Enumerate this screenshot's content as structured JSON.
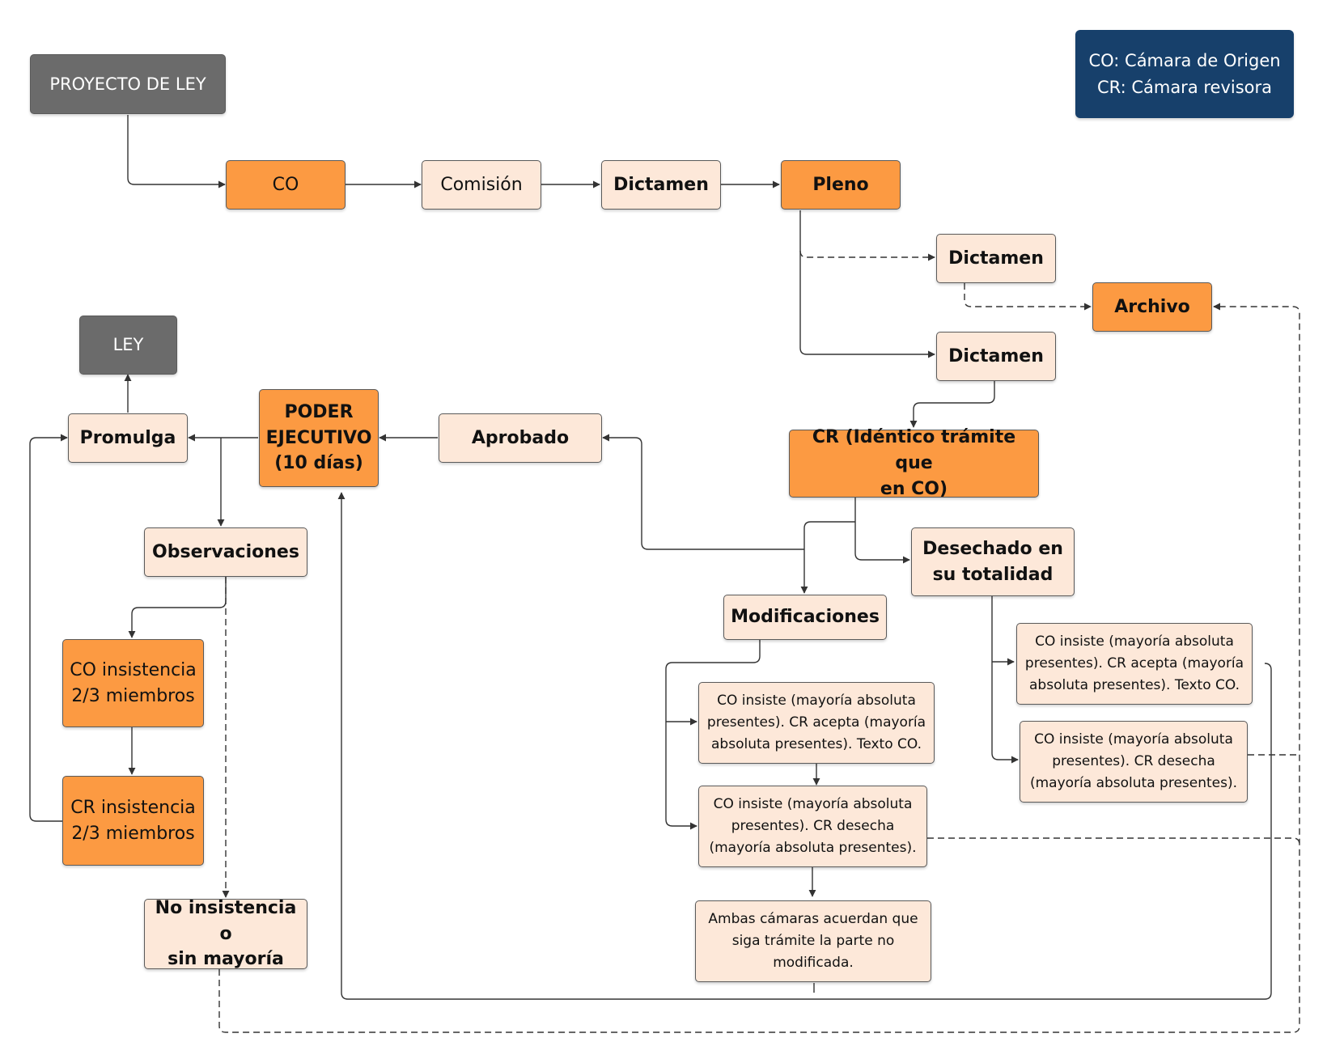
{
  "legend": {
    "line1": "CO: Cámara de Origen",
    "line2": "CR: Cámara revisora"
  },
  "nodes": {
    "proyecto": "PROYECTO DE LEY",
    "co": "CO",
    "comision": "Comisión",
    "dictamen_1": "Dictamen",
    "pleno": "Pleno",
    "dictamen_rechazo": "Dictamen",
    "archivo": "Archivo",
    "dictamen_aprobado": "Dictamen",
    "ley": "LEY",
    "promulga": "Promulga",
    "poder_ejecutivo": "PODER\nEJECUTIVO\n(10 días)",
    "aprobado": "Aprobado",
    "cr": "CR (Idéntico trámite que\nen CO)",
    "observaciones": "Observaciones",
    "desechado": "Desechado en\nsu totalidad",
    "modificaciones": "Modificaciones",
    "co_insiste_acepta_des": "CO insiste (mayoría absoluta\npresentes). CR acepta (mayoría\nabsoluta presentes). Texto CO.",
    "co_insistencia": "CO insistencia\n2/3 miembros",
    "co_insiste_acepta_mod": "CO insiste (mayoría absoluta\npresentes). CR acepta (mayoría\nabsoluta presentes). Texto CO.",
    "co_insiste_desecha_des": "CO insiste (mayoría absoluta\npresentes). CR desecha\n(mayoría absoluta presentes).",
    "cr_insistencia": "CR insistencia\n2/3 miembros",
    "co_insiste_desecha_mod": "CO insiste (mayoría absoluta\npresentes). CR desecha\n(mayoría absoluta presentes).",
    "no_insistencia": "No insistencia o\nsin mayoría",
    "ambas_camaras": "Ambas cámaras acuerdan que\nsiga trámite la parte no\nmodificada."
  },
  "colors": {
    "dark_gray": "#6b6b6b",
    "orange": "#fc9a42",
    "cream": "#fde8d9",
    "navy": "#17406b",
    "edge": "#333333"
  }
}
